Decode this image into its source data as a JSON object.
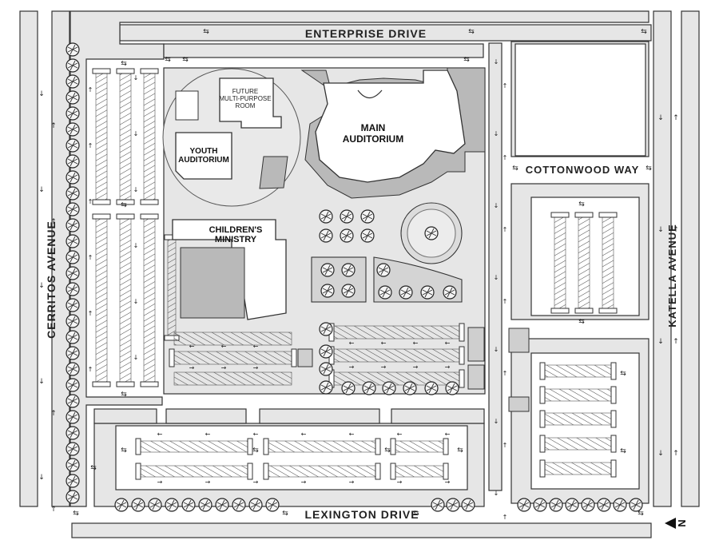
{
  "streets": {
    "enterprise": "ENTERPRISE DRIVE",
    "cottonwood": "COTTONWOOD WAY",
    "lexington": "LEXINGTON DRIVE",
    "cerritos": "CERRITOS AVENUE",
    "katella": "KATELLA AVENUE"
  },
  "buildings": {
    "future_mp_line1": "FUTURE",
    "future_mp_line2": "MULTI-PURPOSE",
    "future_mp_line3": "ROOM",
    "youth_line1": "YOUTH",
    "youth_line2": "AUDITORIUM",
    "main_line1": "MAIN",
    "main_line2": "AUDITORIUM",
    "children_line1": "CHILDREN'S",
    "children_line2": "MINISTRY"
  },
  "north_marker": "N",
  "colors": {
    "road": "#e6e6e6",
    "outline": "#333333",
    "building": "#ffffff",
    "building_shade": "#b9b9b9",
    "plaza": "#dcdcdc"
  }
}
